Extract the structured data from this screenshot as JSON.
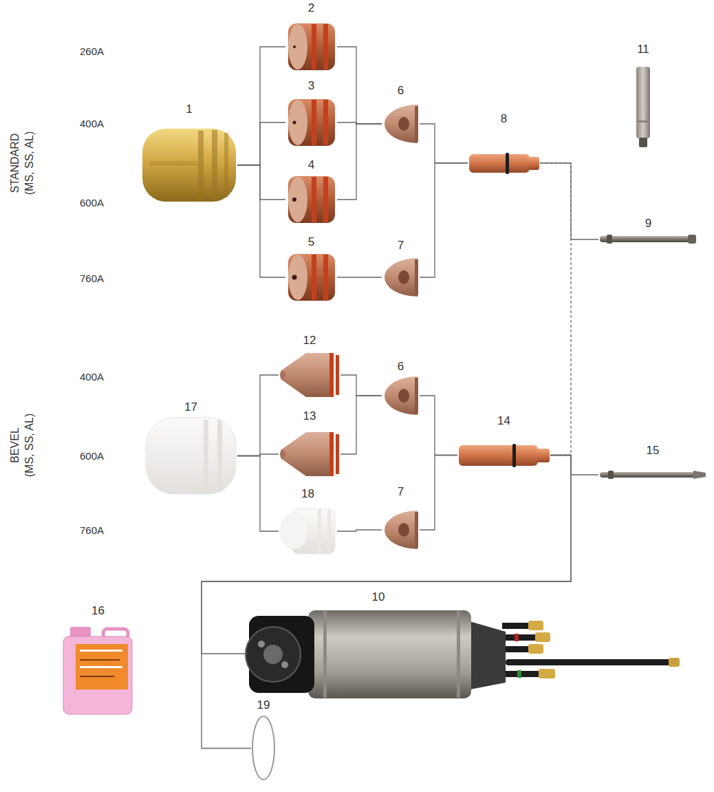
{
  "diagram": {
    "nodes": [
      {
        "text": [
          "1"
        ]
      },
      {
        "text": [
          "2"
        ]
      },
      {
        "text": [
          "3"
        ]
      },
      {
        "text": [
          "4"
        ]
      },
      {
        "text": [
          "5"
        ]
      },
      {
        "text": [
          "6"
        ]
      },
      {
        "text": [
          "7"
        ]
      },
      {
        "text": [
          "8"
        ]
      },
      {
        "text": [
          "11"
        ]
      },
      {
        "text": [
          "9"
        ]
      },
      {
        "text": [
          "12"
        ]
      },
      {
        "text": [
          "17"
        ]
      },
      {
        "text": [
          "6"
        ]
      },
      {
        "text": [
          "13"
        ]
      },
      {
        "text": [
          "18"
        ]
      },
      {
        "text": [
          "7"
        ]
      },
      {
        "text": [
          "14"
        ]
      },
      {
        "text": [
          "15"
        ]
      },
      {
        "text": [
          "16"
        ]
      },
      {
        "text": [
          "10"
        ]
      },
      {
        "text": [
          "19"
        ]
      }
    ],
    "edges": [
      {
        "from": 0,
        "to": 1,
        "arrow": "none"
      },
      {
        "from": 0,
        "to": 2,
        "arrow": "none"
      },
      {
        "from": 0,
        "to": 3,
        "arrow": "none"
      },
      {
        "from": 0,
        "to": 4,
        "arrow": "none"
      },
      {
        "from": 1,
        "to": 5,
        "arrow": "none"
      },
      {
        "from": 2,
        "to": 5,
        "arrow": "none"
      },
      {
        "from": 3,
        "to": 5,
        "arrow": "none"
      },
      {
        "from": 4,
        "to": 6,
        "arrow": "none"
      },
      {
        "from": 5,
        "to": 7,
        "arrow": "none"
      },
      {
        "from": 6,
        "to": 7,
        "arrow": "none"
      },
      {
        "from": 7,
        "to": 9,
        "arrow": "none"
      },
      {
        "from": 11,
        "to": 10,
        "arrow": "none"
      },
      {
        "from": 11,
        "to": 13,
        "arrow": "none"
      },
      {
        "from": 11,
        "to": 14,
        "arrow": "none"
      },
      {
        "from": 10,
        "to": 12,
        "arrow": "none"
      },
      {
        "from": 13,
        "to": 12,
        "arrow": "none"
      },
      {
        "from": 14,
        "to": 15,
        "arrow": "none"
      },
      {
        "from": 12,
        "to": 16,
        "arrow": "none"
      },
      {
        "from": 15,
        "to": 16,
        "arrow": "none"
      },
      {
        "from": 16,
        "to": 17,
        "arrow": "none"
      },
      {
        "from": 7,
        "to": 16,
        "arrow": "none"
      },
      {
        "from": 16,
        "to": 19,
        "arrow": "none"
      },
      {
        "from": 16,
        "to": 20,
        "arrow": "none"
      }
    ],
    "labels": [
      "260A",
      "400A",
      "600A",
      "760A",
      "STANDARD",
      "(MS, SS, AL)",
      "400A",
      "600A",
      "760A",
      "BEVEL",
      "(MS, SS, AL)"
    ]
  }
}
